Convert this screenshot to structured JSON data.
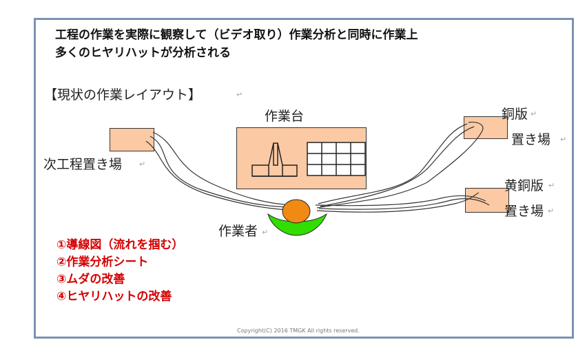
{
  "title": {
    "line1": "工程の作業を実際に観察して（ビデオ取り）作業分析と同時に作業上",
    "line2": "多くのヒヤリハットが分析される"
  },
  "layout_heading": "【現状の作業レイアウト】",
  "labels": {
    "workbench": "作業台",
    "next_process": "次工程置き場",
    "copper1": "銅版",
    "copper2": "置き場",
    "brass1": "黄銅版",
    "brass2": "置き場",
    "worker": "作業者"
  },
  "steps": [
    "①導線図（流れを掴む）",
    "②作業分析シート",
    "③ムダの改善",
    "④ヒヤリハットの改善"
  ],
  "copyright": "Copyright(C) 2016 TMGK All rights reserved.",
  "colors": {
    "box_fill": "#fbc9a3",
    "worker_head": "#f08a12",
    "worker_body": "#33dd00",
    "steps_text": "#d40000",
    "frame_border": "#7a92b4"
  }
}
